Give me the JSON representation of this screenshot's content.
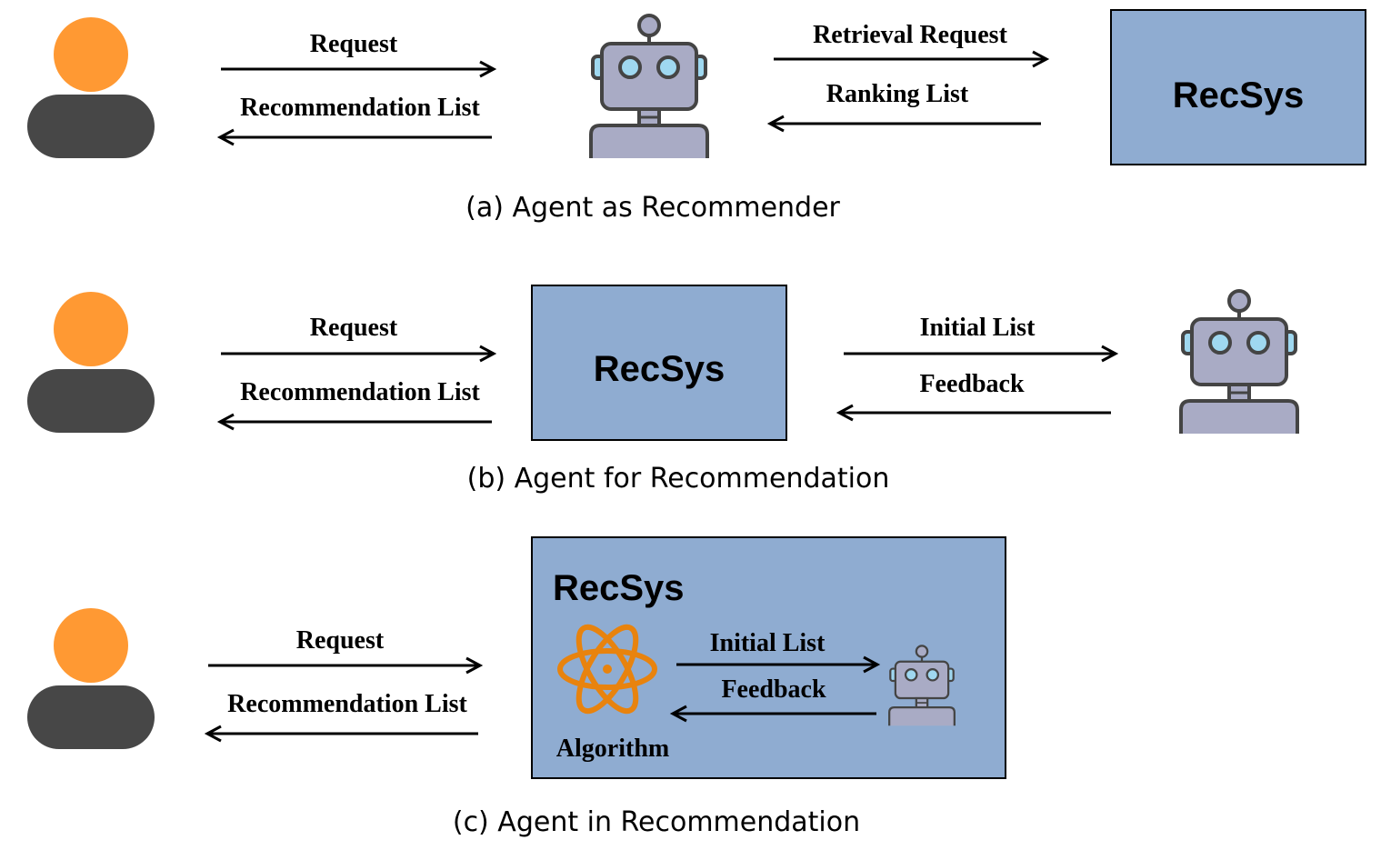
{
  "colors": {
    "person_head": "#FF9933",
    "person_body": "#474747",
    "robot_body": "#A9ABC5",
    "robot_outline": "#444444",
    "robot_eye": "#9FD8F0",
    "recsys_box": "#8FACD1",
    "algorithm_icon": "#E8830E",
    "arrow": "#000000"
  },
  "icons": {
    "user": "person-icon",
    "agent": "robot-icon",
    "algorithm": "atom-icon"
  },
  "panel_a": {
    "request_label": "Request",
    "recommendation_label": "Recommendation List",
    "retrieval_label": "Retrieval Request",
    "ranking_label": "Ranking List",
    "recsys_label": "RecSys",
    "caption": "(a) Agent as Recommender"
  },
  "panel_b": {
    "request_label": "Request",
    "recommendation_label": "Recommendation List",
    "recsys_label": "RecSys",
    "initial_label": "Initial List",
    "feedback_label": "Feedback",
    "caption": "(b) Agent for Recommendation"
  },
  "panel_c": {
    "request_label": "Request",
    "recommendation_label": "Recommendation List",
    "recsys_label": "RecSys",
    "algorithm_label": "Algorithm",
    "initial_label": "Initial List",
    "feedback_label": "Feedback",
    "caption": "(c) Agent in Recommendation"
  }
}
